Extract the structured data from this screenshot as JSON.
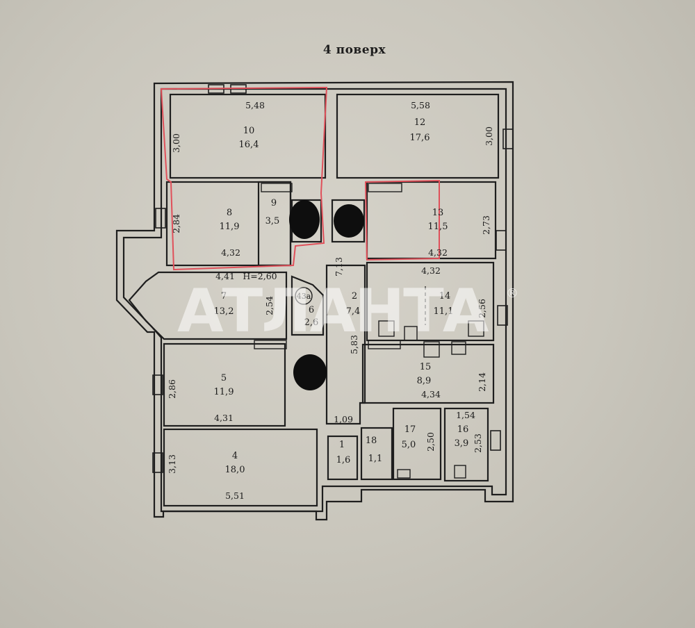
{
  "title": "4 поверх",
  "height_label": "Н=2,60",
  "watermark": "АТЛАНТА",
  "watermark_mark": "®",
  "rooms": [
    {
      "number": "10",
      "area": "16,4"
    },
    {
      "number": "12",
      "area": "17,6"
    },
    {
      "number": "8",
      "area": "11,9"
    },
    {
      "number": "9",
      "area": "3,5"
    },
    {
      "number": "13",
      "area": "11,5"
    },
    {
      "number": "7",
      "area": "13,2"
    },
    {
      "number": "6",
      "area": "2,6"
    },
    {
      "number": "2",
      "area": "7,4"
    },
    {
      "number": "14",
      "area": "11,1"
    },
    {
      "number": "5",
      "area": "11,9"
    },
    {
      "number": "15",
      "area": "8,9"
    },
    {
      "number": "4",
      "area": "18,0"
    },
    {
      "number": "1",
      "area": "1,6"
    },
    {
      "number": "18",
      "area": "1,1"
    },
    {
      "number": "17",
      "area": "5,0"
    },
    {
      "number": "16",
      "area": "3,9"
    }
  ],
  "dimensions": [
    "5,48",
    "3,00",
    "5,58",
    "3,00",
    "2,84",
    "4,32",
    "2,73",
    "4,32",
    "7,13",
    "4,32",
    "4,41",
    "2,54",
    "2,56",
    "5,83",
    "2,86",
    "4,31",
    "4,34",
    "2,14",
    "1,09",
    "1,54",
    "2,50",
    "2,53",
    "3,13",
    "5,51"
  ],
  "markers": [
    "43а"
  ],
  "colors": {
    "paper": "#cfccc2",
    "line": "#1e1e1e",
    "highlight": "#e0505a",
    "blot": "#0e0e0e"
  }
}
